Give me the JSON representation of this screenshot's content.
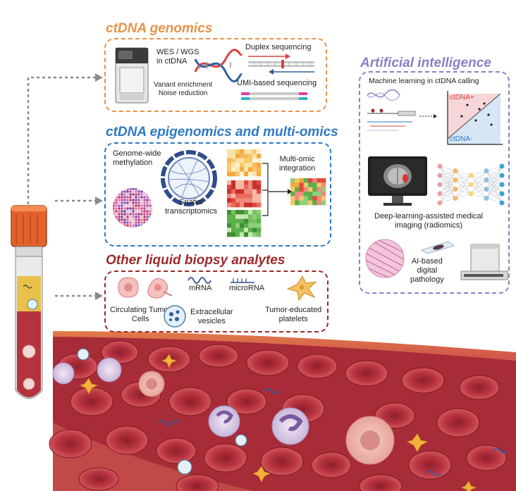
{
  "colors": {
    "genomics": "#E8924A",
    "epigenomics": "#2E79C2",
    "analytes": "#9C2A2A",
    "ai": "#8A80C4",
    "blood": "#B4343E",
    "tube_cap": "#E2622B",
    "plasma": "#E8C14A"
  },
  "genomics": {
    "title": "ctDNA genomics",
    "wes_wgs": "WES / WGS\nin ctDNA",
    "variant": "Variant enrichment\nNoise reduction",
    "duplex": "Duplex sequencing",
    "umi": "UMI-based sequencing"
  },
  "epigenomics": {
    "title": "ctDNA epigenomics and multi-omics",
    "methylation": "Genome-wide\nmethylation",
    "spatial": "Spatial\ntranscriptomics",
    "multiomic": "Multi-omic\nintegration"
  },
  "analytes": {
    "title": "Other liquid biopsy analytes",
    "ctc": "Circulating Tumor\nCells",
    "mrna": "mRNA",
    "microrna": "microRNA",
    "ev": "Extracellular\nvesicles",
    "platelets": "Tumor-educated\nplatelets"
  },
  "ai": {
    "title": "Artificial intelligence",
    "ml": "Machine learning in ctDNA calling",
    "ctdna_pos": "ctDNA+",
    "ctdna_neg": "ctDNA-",
    "dl": "Deep-learning-assisted medical\nimaging (radiomics)",
    "pathology": "AI-based\ndigital\npathology"
  }
}
